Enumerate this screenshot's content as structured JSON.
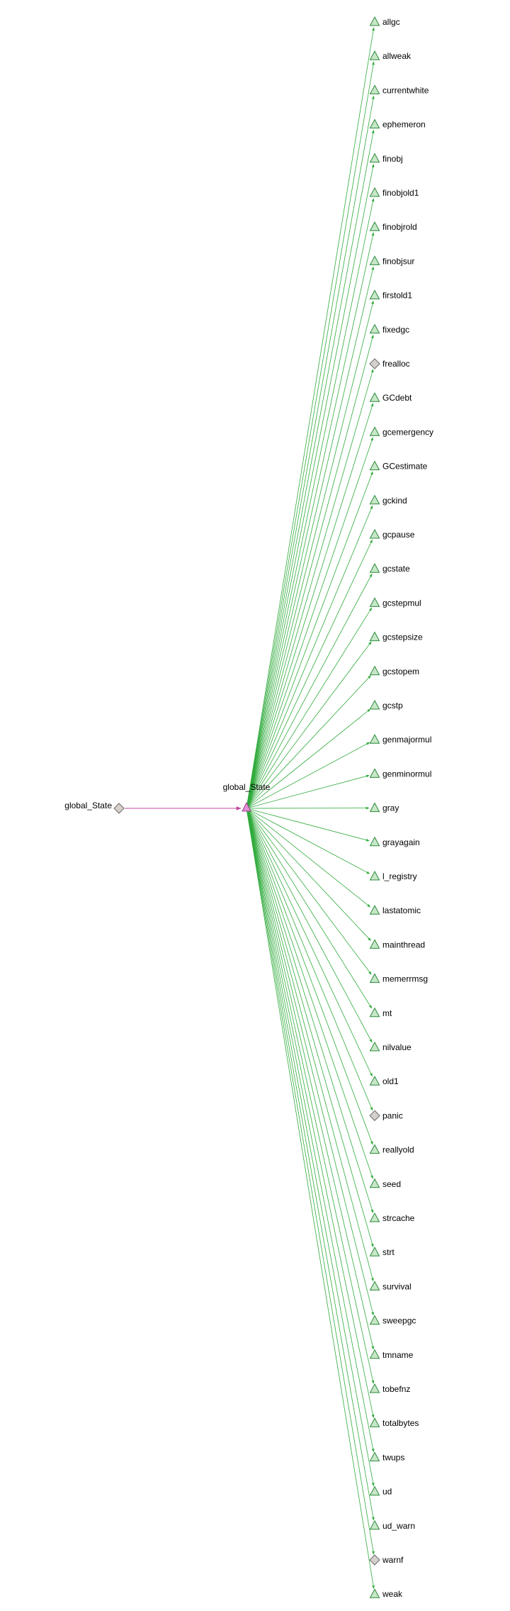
{
  "graph": {
    "source": {
      "label": "global_State",
      "shape": "diamond"
    },
    "hub": {
      "label": "global_State",
      "shape": "triangle"
    },
    "colors": {
      "edge_source": "#c0479c",
      "edge_fanout": "#2eaa3a",
      "triangle_fill": "#c8e6c8",
      "triangle_stroke": "#2a8a3a",
      "diamond_fill": "#d6d0cc",
      "diamond_stroke": "#6a6a6a",
      "hub_fill": "#e090d0",
      "hub_stroke": "#a04090"
    },
    "members": [
      {
        "label": "allgc",
        "shape": "triangle"
      },
      {
        "label": "allweak",
        "shape": "triangle"
      },
      {
        "label": "currentwhite",
        "shape": "triangle"
      },
      {
        "label": "ephemeron",
        "shape": "triangle"
      },
      {
        "label": "finobj",
        "shape": "triangle"
      },
      {
        "label": "finobjold1",
        "shape": "triangle"
      },
      {
        "label": "finobjrold",
        "shape": "triangle"
      },
      {
        "label": "finobjsur",
        "shape": "triangle"
      },
      {
        "label": "firstold1",
        "shape": "triangle"
      },
      {
        "label": "fixedgc",
        "shape": "triangle"
      },
      {
        "label": "frealloc",
        "shape": "diamond"
      },
      {
        "label": "GCdebt",
        "shape": "triangle"
      },
      {
        "label": "gcemergency",
        "shape": "triangle"
      },
      {
        "label": "GCestimate",
        "shape": "triangle"
      },
      {
        "label": "gckind",
        "shape": "triangle"
      },
      {
        "label": "gcpause",
        "shape": "triangle"
      },
      {
        "label": "gcstate",
        "shape": "triangle"
      },
      {
        "label": "gcstepmul",
        "shape": "triangle"
      },
      {
        "label": "gcstepsize",
        "shape": "triangle"
      },
      {
        "label": "gcstopem",
        "shape": "triangle"
      },
      {
        "label": "gcstp",
        "shape": "triangle"
      },
      {
        "label": "genmajormul",
        "shape": "triangle"
      },
      {
        "label": "genminormul",
        "shape": "triangle"
      },
      {
        "label": "gray",
        "shape": "triangle"
      },
      {
        "label": "grayagain",
        "shape": "triangle"
      },
      {
        "label": "l_registry",
        "shape": "triangle"
      },
      {
        "label": "lastatomic",
        "shape": "triangle"
      },
      {
        "label": "mainthread",
        "shape": "triangle"
      },
      {
        "label": "memerrmsg",
        "shape": "triangle"
      },
      {
        "label": "mt",
        "shape": "triangle"
      },
      {
        "label": "nilvalue",
        "shape": "triangle"
      },
      {
        "label": "old1",
        "shape": "triangle"
      },
      {
        "label": "panic",
        "shape": "diamond"
      },
      {
        "label": "reallyold",
        "shape": "triangle"
      },
      {
        "label": "seed",
        "shape": "triangle"
      },
      {
        "label": "strcache",
        "shape": "triangle"
      },
      {
        "label": "strt",
        "shape": "triangle"
      },
      {
        "label": "survival",
        "shape": "triangle"
      },
      {
        "label": "sweepgc",
        "shape": "triangle"
      },
      {
        "label": "tmname",
        "shape": "triangle"
      },
      {
        "label": "tobefnz",
        "shape": "triangle"
      },
      {
        "label": "totalbytes",
        "shape": "triangle"
      },
      {
        "label": "twups",
        "shape": "triangle"
      },
      {
        "label": "ud",
        "shape": "triangle"
      },
      {
        "label": "ud_warn",
        "shape": "triangle"
      },
      {
        "label": "warnf",
        "shape": "diamond"
      },
      {
        "label": "weak",
        "shape": "triangle"
      }
    ]
  }
}
